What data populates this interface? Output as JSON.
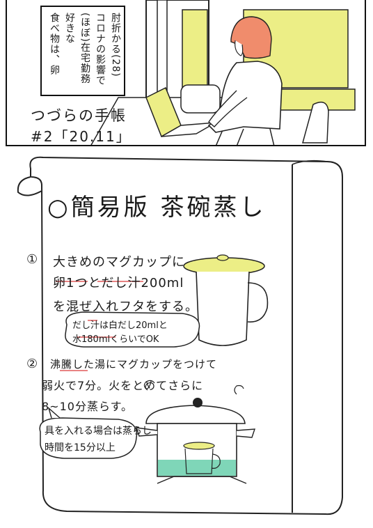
{
  "caption": {
    "lines": [
      "肘折かる(28)",
      "コロナの影響で",
      "(ほぼ)在宅勤務",
      "好きな",
      "食べ物は、卵"
    ]
  },
  "series": {
    "title": "つづらの手帳",
    "episode": "#2「20.11」"
  },
  "recipe": {
    "title": "○簡易版 茶碗蒸し",
    "step1": {
      "number": "①",
      "line1": "大きめのマグカップに",
      "line2": "卵1つとだし汁200ml",
      "line3": "を混ぜ入れフタをする。",
      "note_line1": "だし汁は白だし20mlと",
      "note_line2": "水180mlくらいでOK"
    },
    "step2": {
      "number": "②",
      "line1": "沸騰した湯にマグカップをつけて",
      "line2": "弱火で7分。火をとめてさらに",
      "line3": "8~10分蒸らす。",
      "note_line1": "具を入れる場合は蒸らし",
      "note_line2": "時間を15分以上"
    }
  },
  "colors": {
    "accent_yellow": "#ecee86",
    "pot_water": "#7fd6b8",
    "underline_red": "#e05a5a",
    "hair": "#f08c6c"
  }
}
